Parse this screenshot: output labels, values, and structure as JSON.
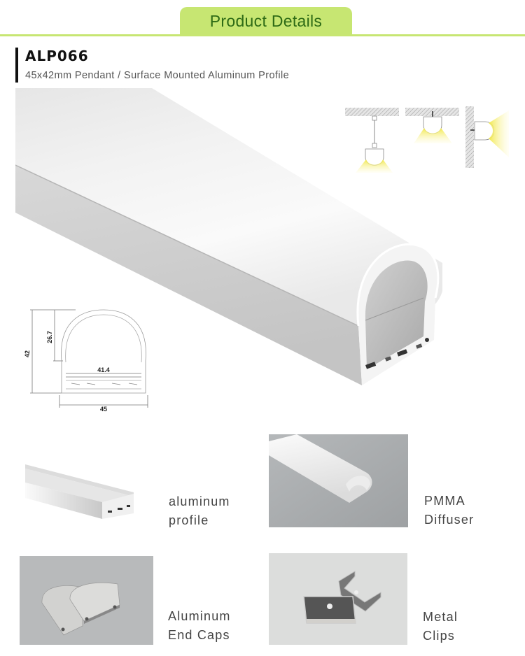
{
  "header": {
    "section_tab_label": "Product Details",
    "accent_color": "#c7e672",
    "tab_text_color": "#2e6b16"
  },
  "product": {
    "model": "ALP066",
    "subtitle": "45x42mm Pendant / Surface Mounted Aluminum Profile"
  },
  "main_image": {
    "description": "Aluminum profile with opal PMMA round diffuser",
    "icon": "product-photo"
  },
  "mounting_options": [
    {
      "name": "pendant",
      "icon": "pendant-mount-icon"
    },
    {
      "name": "ceiling-surface",
      "icon": "ceiling-mount-icon"
    },
    {
      "name": "wall-surface",
      "icon": "wall-mount-icon"
    }
  ],
  "technical_drawing": {
    "dimensions": {
      "height": "42",
      "diffuser_height": "26.7",
      "inner_width": "41.4",
      "width": "45"
    }
  },
  "accessories": [
    {
      "line1": "aluminum",
      "line2": "profile",
      "icon": "aluminum-profile-photo"
    },
    {
      "line1": "PMMA",
      "line2": "Diffuser",
      "icon": "diffuser-photo"
    },
    {
      "line1": "Aluminum",
      "line2": "End Caps",
      "icon": "end-caps-photo"
    },
    {
      "line1": "Metal",
      "line2": "Clips",
      "icon": "metal-clips-photo"
    }
  ]
}
